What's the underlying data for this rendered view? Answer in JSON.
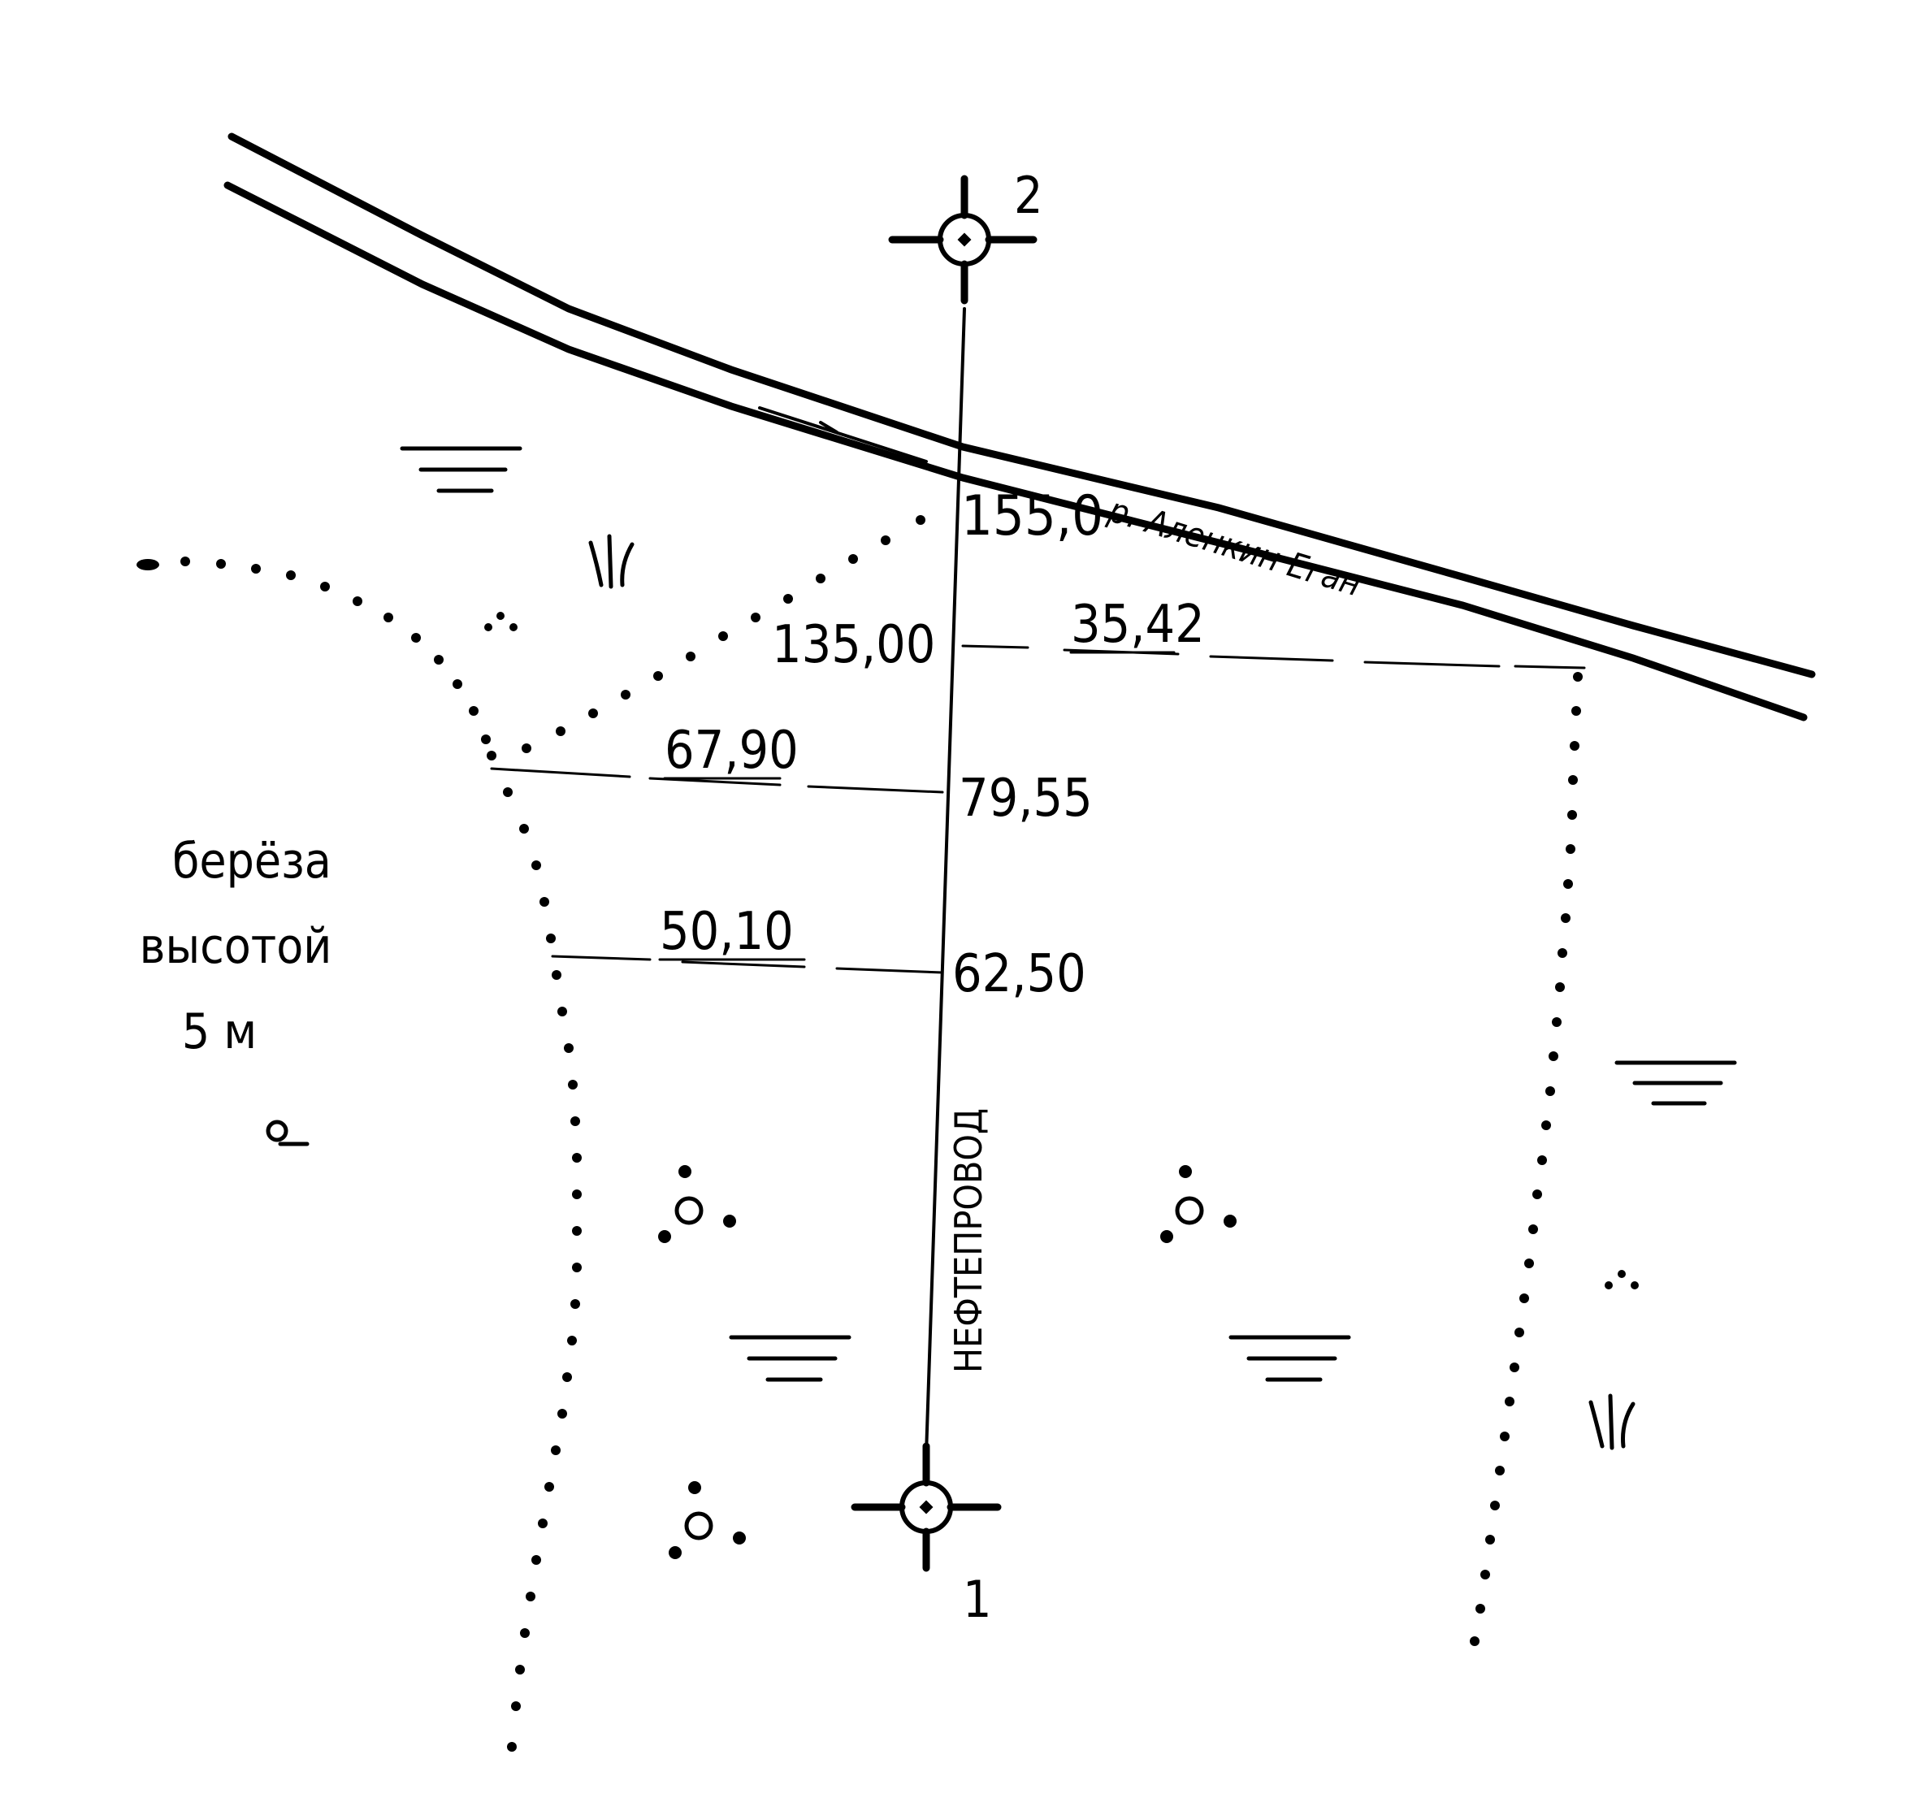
{
  "figure": {
    "point_labels": {
      "station_1": "1",
      "station_2": "2"
    },
    "offsets": {
      "label_155": "155,0",
      "label_135": "135,00",
      "label_3542": "35,42",
      "label_6790": "67,90",
      "label_7955": "79,55",
      "label_5010": "50,10",
      "label_6250": "62,50"
    },
    "river_label": "р. Аленкин Еган",
    "pipeline_label": "НЕФТЕПРОВОД",
    "birch_note": {
      "line1": "берёза",
      "line2": "высотой",
      "line3": "5 м"
    }
  }
}
